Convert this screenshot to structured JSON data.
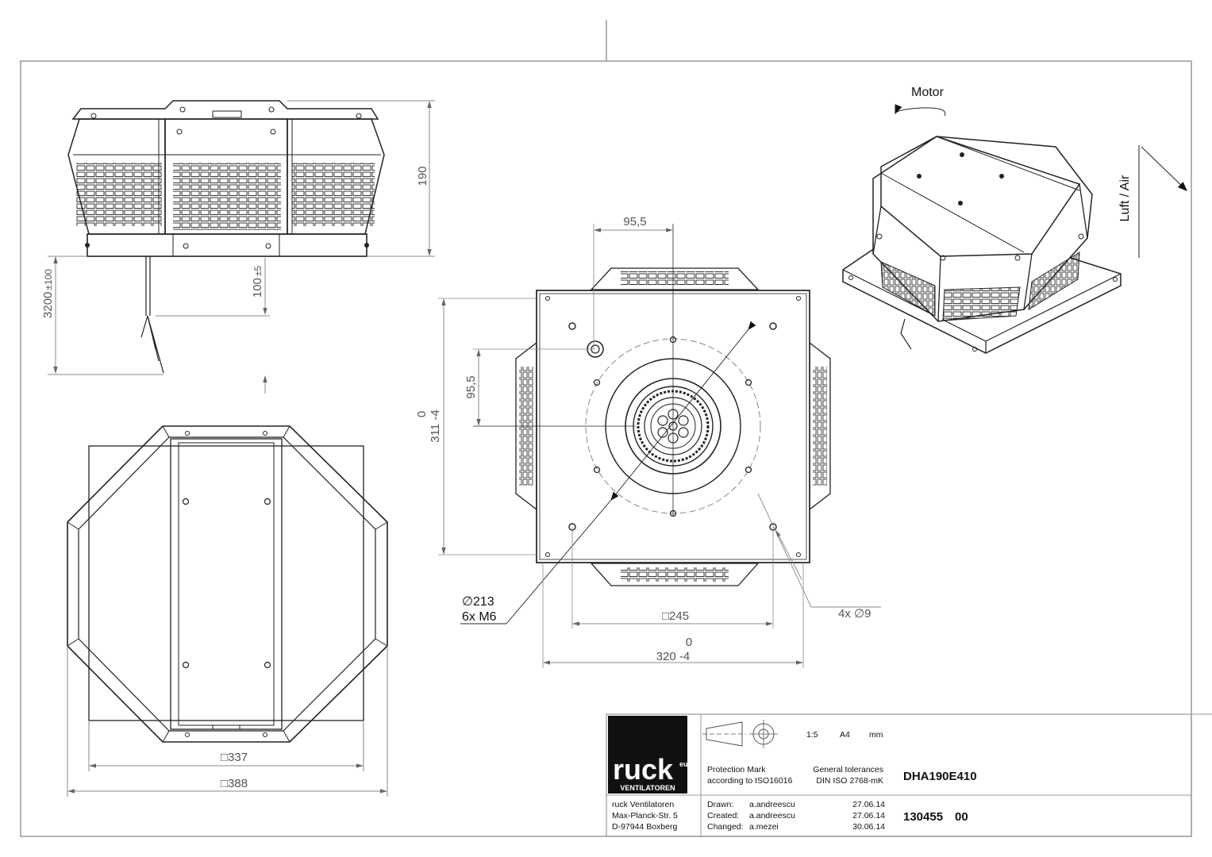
{
  "colors": {
    "line": "#222222",
    "dim": "#777777",
    "frame": "#999999",
    "logo_bg": "#111111"
  },
  "side_view": {
    "dim_height": "190",
    "dim_cable": "3200",
    "dim_cable_tol": "±100",
    "dim_cable_free": "100",
    "dim_cable_free_tol": "±5"
  },
  "bottom_view": {
    "dim_inner": "□337",
    "dim_outer": "□388"
  },
  "top_view": {
    "dim_x_offset": "95,5",
    "dim_y_offset": "95,5",
    "dim_height_nom": "0",
    "dim_height": "311 -4",
    "dim_bolt_circle": "∅213",
    "dim_bolt_thread": "6x M6",
    "dim_square": "□245",
    "dim_holes": "4x ∅9",
    "dim_width_nom": "0",
    "dim_width": "320 -4"
  },
  "iso_view": {
    "motor_label": "Motor",
    "air_label": "Luft / Air"
  },
  "title_block": {
    "logo_text": "ruck",
    "logo_suffix": "eu",
    "logo_sub": "VENTILATOREN",
    "scale": "1:5",
    "paper": "A4",
    "unit": "mm",
    "protection_line1": "Protection Mark",
    "protection_line2": "according to ISO16016",
    "tolerance_line1": "General tolerances",
    "tolerance_line2": "DIN ISO 2768-mK",
    "model": "DHA190E410",
    "company": "ruck Ventilatoren",
    "street": "Max-Planck-Str. 5",
    "city": "D-97944 Boxberg",
    "drawn_label": "Drawn:",
    "drawn_by": "a.andreescu",
    "drawn_date": "27.06.14",
    "created_label": "Created:",
    "created_by": "a.andreescu",
    "created_date": "27.06.14",
    "changed_label": "Changed:",
    "changed_by": "a.mezei",
    "changed_date": "30.06.14",
    "part_number": "130455",
    "revision": "00"
  }
}
